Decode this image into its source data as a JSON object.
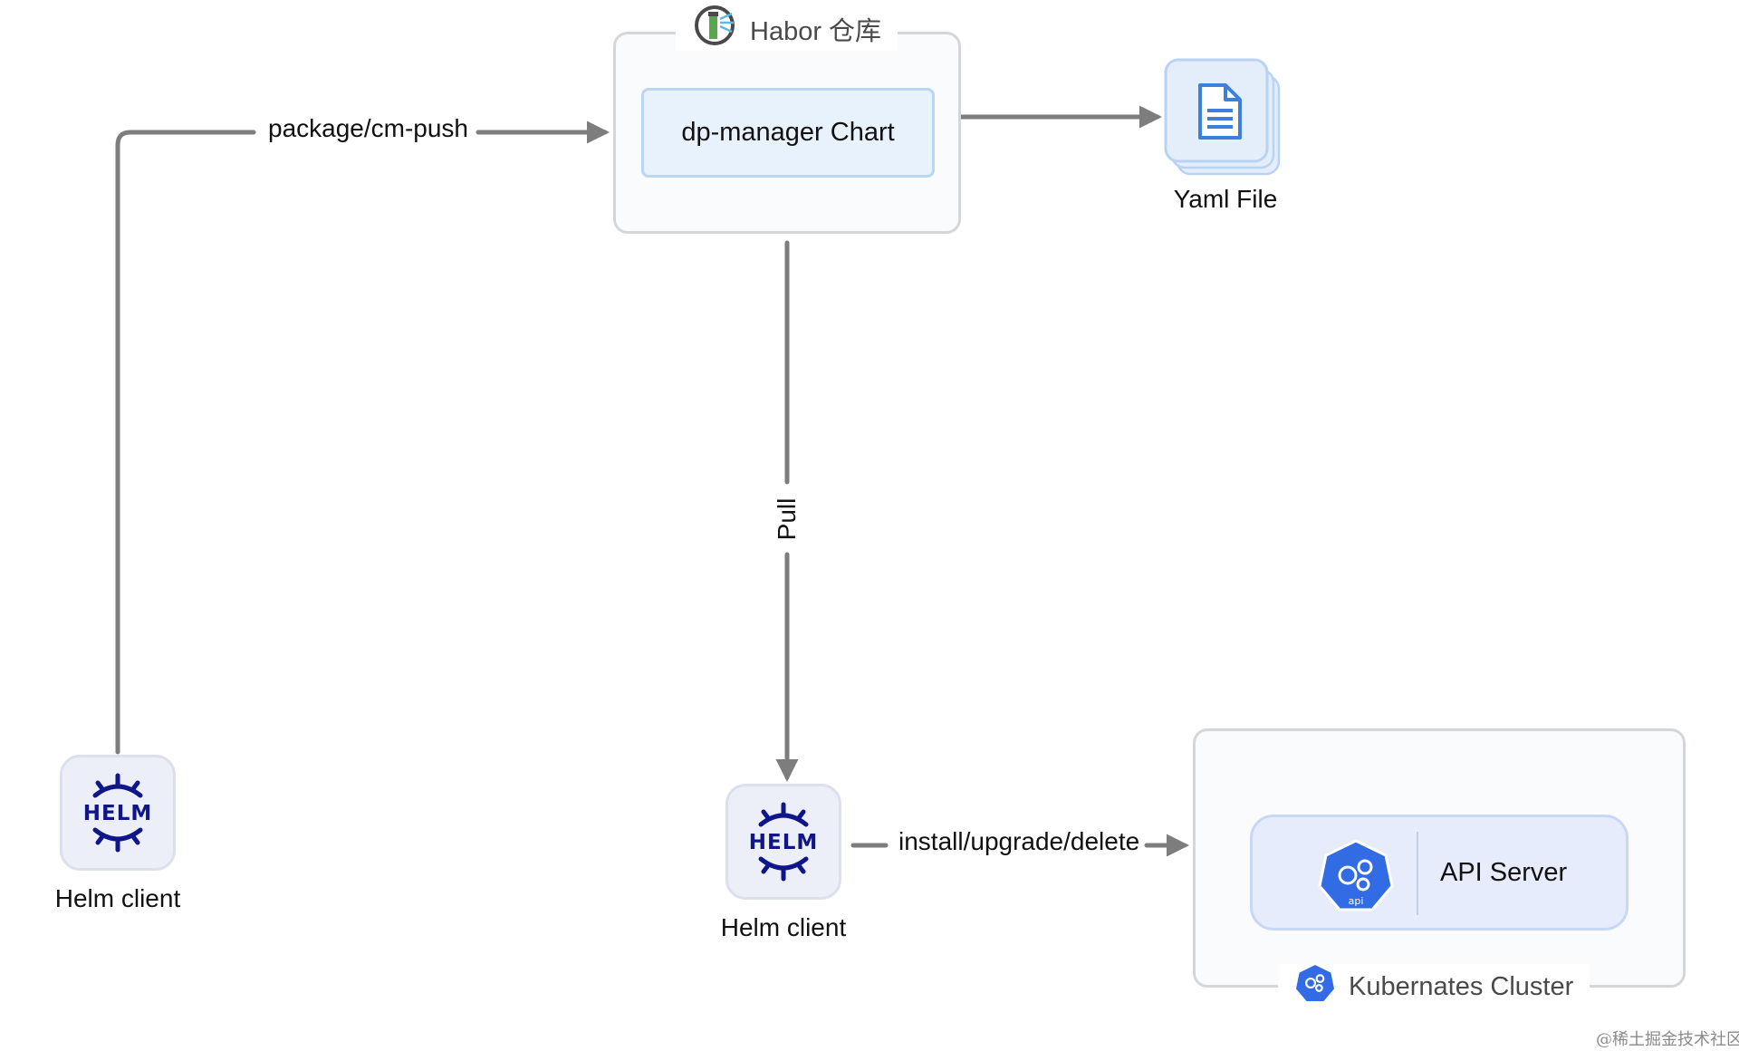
{
  "harbor": {
    "title": "Habor 仓库",
    "chart": "dp-manager Chart"
  },
  "yaml": {
    "label": "Yaml File"
  },
  "helm_client_left": {
    "label": "Helm client"
  },
  "helm_client_mid": {
    "label": "Helm client"
  },
  "helm_logo_text": "HELM",
  "cluster": {
    "title": "Kubernates Cluster",
    "api_server": "API Server",
    "api_badge": "api"
  },
  "edges": {
    "push": "package/cm-push",
    "pull": "Pull",
    "install": "install/upgrade/delete"
  },
  "watermark": "@稀土掘金技术社区",
  "colors": {
    "line": "#7d7d7d",
    "k8s_blue": "#326ce5",
    "helm_navy": "#0f1689",
    "doc_blue": "#3d7fd9"
  }
}
